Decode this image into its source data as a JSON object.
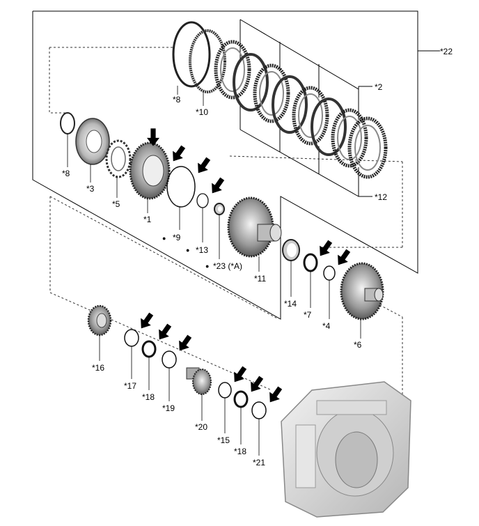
{
  "labels": {
    "l1": "*1",
    "l2": "*2",
    "l3": "*3",
    "l4": "*4",
    "l5": "*5",
    "l6": "*6",
    "l7": "*7",
    "l8a": "*8",
    "l8b": "*8",
    "l9": "*9",
    "l10": "*10",
    "l11": "*11",
    "l12": "*12",
    "l13": "*13",
    "l14": "*14",
    "l15": "*15",
    "l16": "*16",
    "l17": "*17",
    "l18a": "*18",
    "l18b": "*18",
    "l19": "*19",
    "l20": "*20",
    "l21": "*21",
    "l22": "*22",
    "l23": "*23 (*A)"
  },
  "marker_symbol": "●",
  "colors": {
    "line": "#000000",
    "part_dark": "#555555",
    "part_light": "#d8d8d8",
    "arrow": "#000000"
  },
  "icons": [
    "down-arrow-icon"
  ]
}
